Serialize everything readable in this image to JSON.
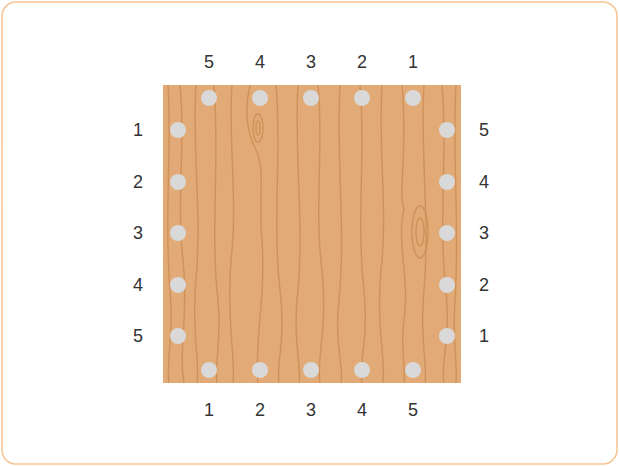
{
  "diagram": {
    "labels": [
      "5",
      "4",
      "3",
      "2",
      "1",
      "1",
      "2",
      "3",
      "4",
      "5",
      "5",
      "4",
      "3",
      "2",
      "1",
      "1",
      "2",
      "3",
      "4",
      "5"
    ]
  }
}
